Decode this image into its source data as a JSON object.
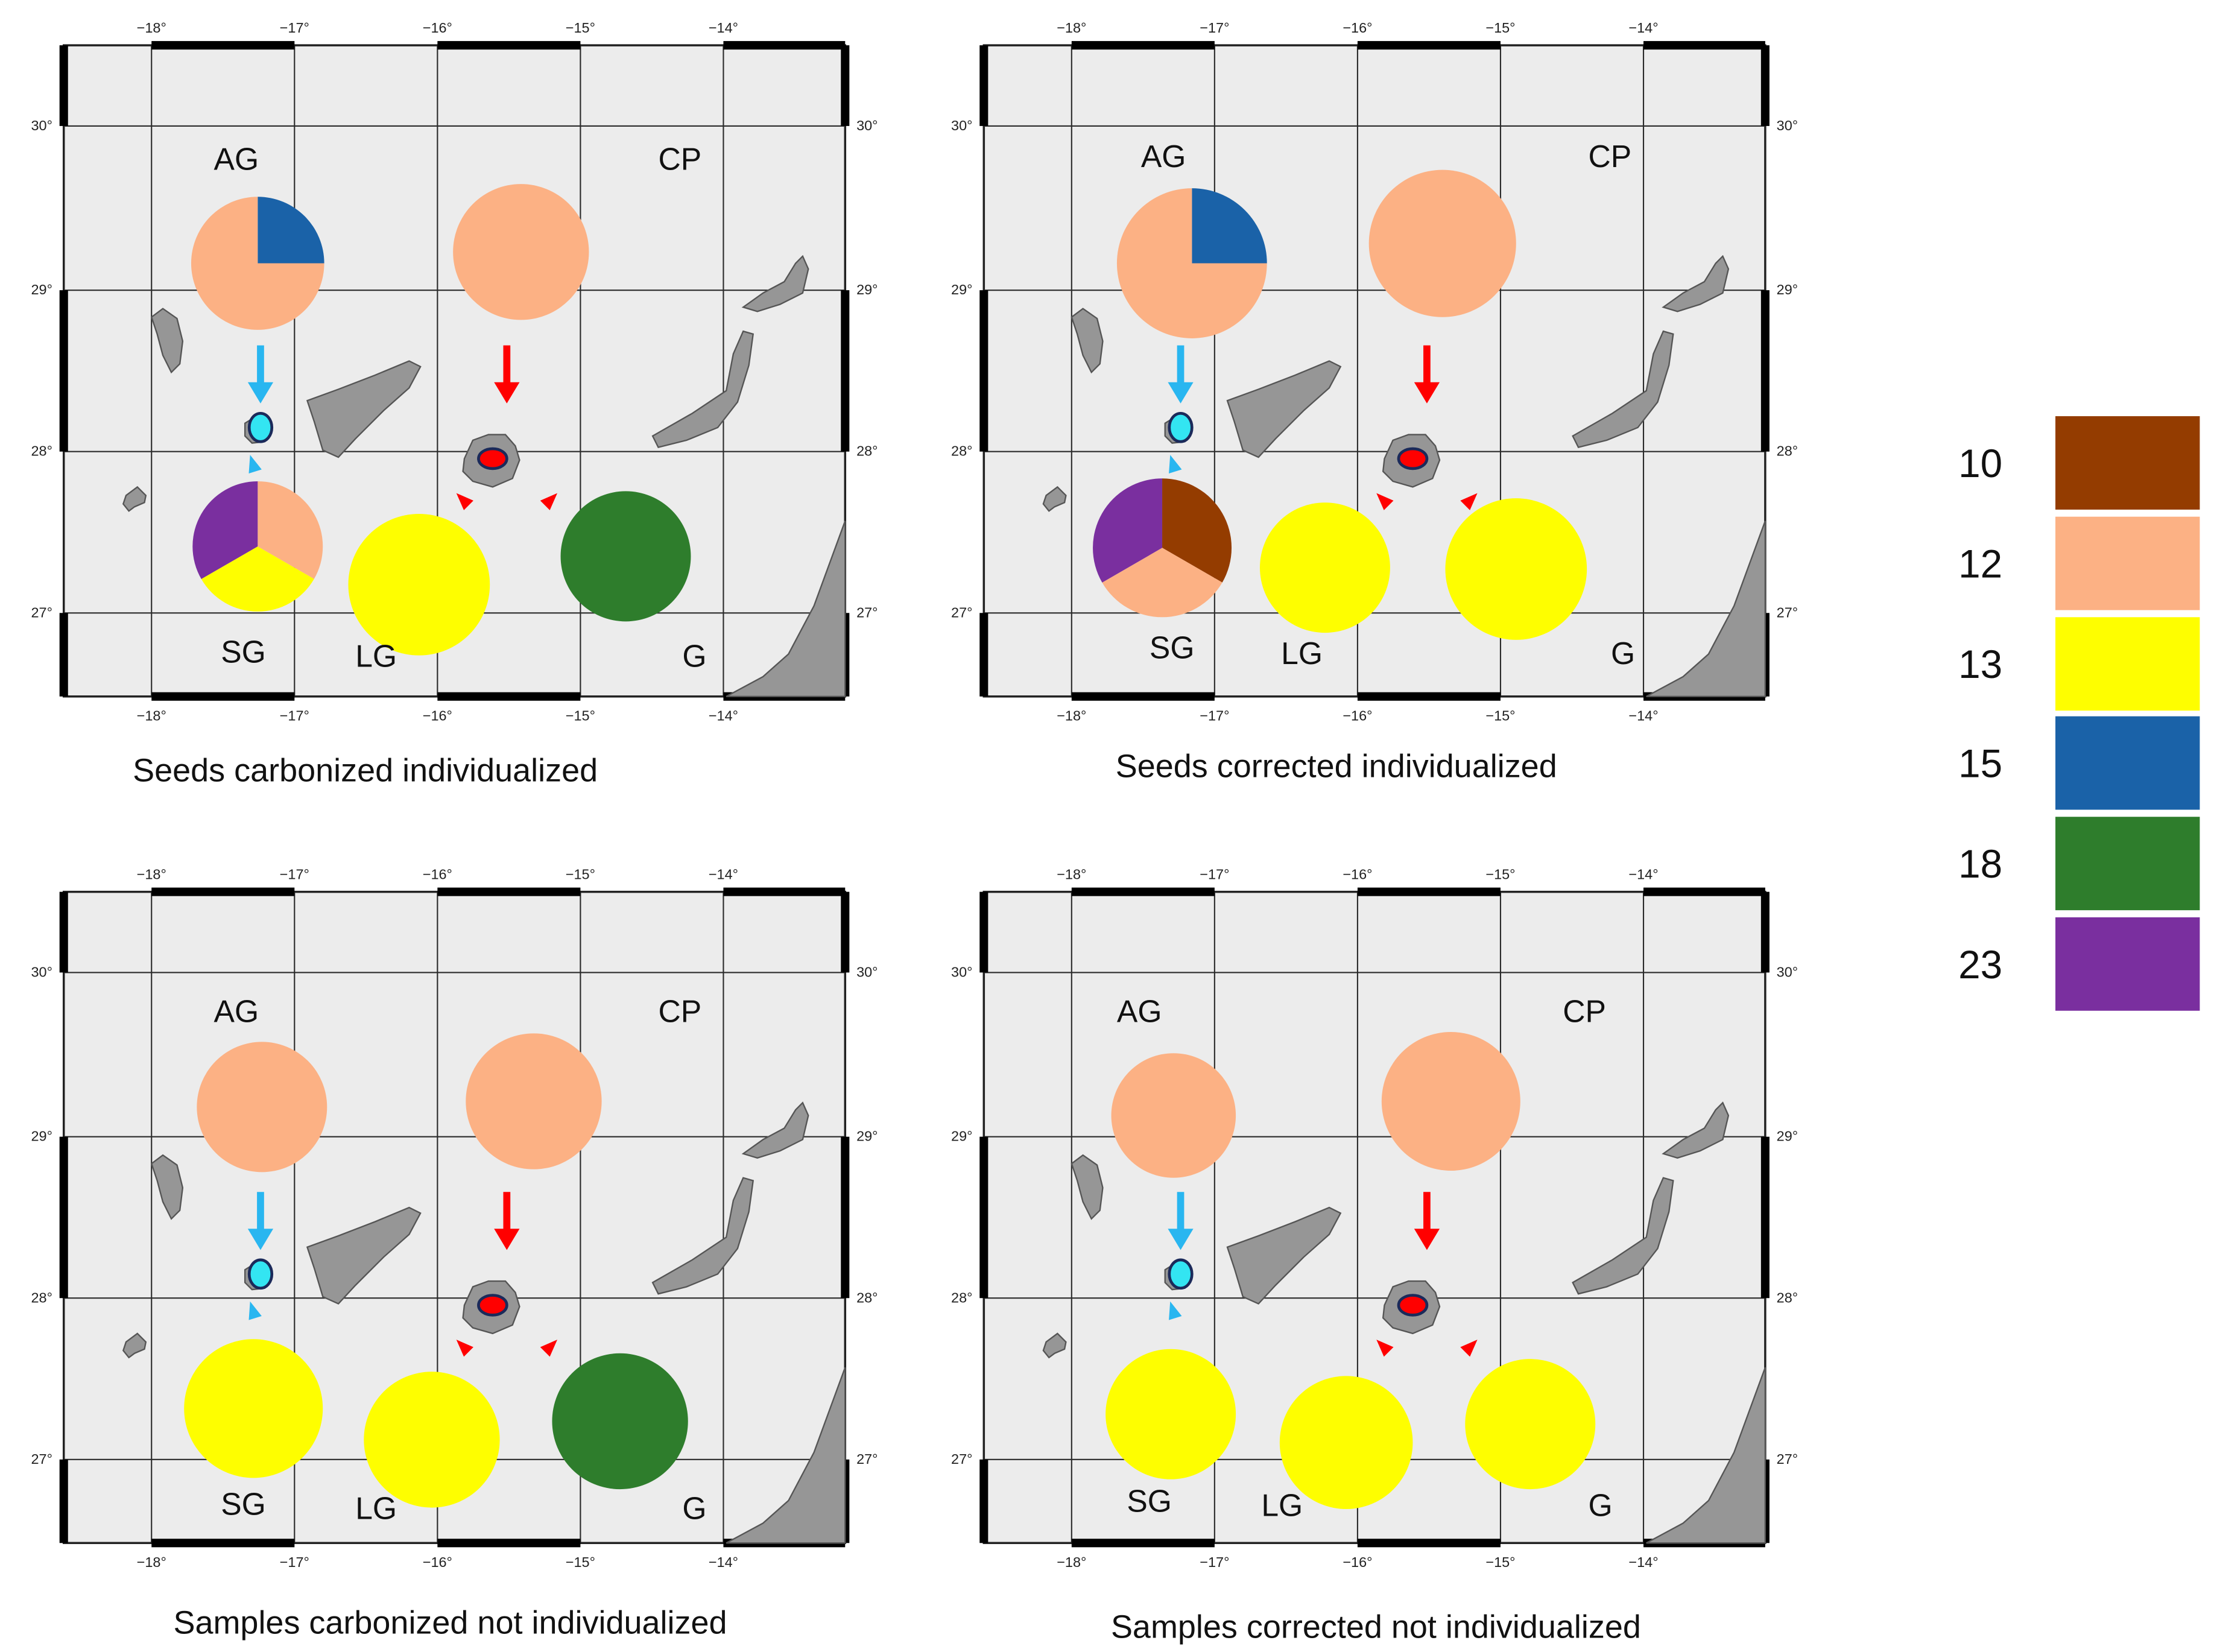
{
  "panels": [
    {
      "title": "Seeds carbonized individualized",
      "labels": {
        "ag": "AG",
        "cp": "CP",
        "sg": "SG",
        "lg": "LG",
        "g": "G"
      },
      "pies": {
        "ag": [
          {
            "color": "#1a62a8",
            "value": 0.25
          },
          {
            "color": "#fcb184",
            "value": 0.75
          }
        ],
        "cp": [
          {
            "color": "#fcb184",
            "value": 1
          }
        ],
        "sg": [
          {
            "color": "#fcb184",
            "value": 0.3333
          },
          {
            "color": "#fefe00",
            "value": 0.3333
          },
          {
            "color": "#7a2f9f",
            "value": 0.3334
          }
        ],
        "lg": [
          {
            "color": "#fefe00",
            "value": 1
          }
        ],
        "g": [
          {
            "color": "#2e7d2c",
            "value": 1
          }
        ]
      }
    },
    {
      "title": "Seeds corrected individualized",
      "labels": {
        "ag": "AG",
        "cp": "CP",
        "sg": "SG",
        "lg": "LG",
        "g": "G"
      },
      "pies": {
        "ag": [
          {
            "color": "#1a62a8",
            "value": 0.25
          },
          {
            "color": "#fcb184",
            "value": 0.75
          }
        ],
        "cp": [
          {
            "color": "#fcb184",
            "value": 1
          }
        ],
        "sg": [
          {
            "color": "#943c00",
            "value": 0.3333
          },
          {
            "color": "#fcb184",
            "value": 0.3333
          },
          {
            "color": "#7a2f9f",
            "value": 0.3334
          }
        ],
        "lg": [
          {
            "color": "#fefe00",
            "value": 1
          }
        ],
        "g": [
          {
            "color": "#fefe00",
            "value": 1
          }
        ]
      }
    },
    {
      "title": "Samples carbonized not individualized",
      "labels": {
        "ag": "AG",
        "cp": "CP",
        "sg": "SG",
        "lg": "LG",
        "g": "G"
      },
      "pies": {
        "ag": [
          {
            "color": "#fcb184",
            "value": 1
          }
        ],
        "cp": [
          {
            "color": "#fcb184",
            "value": 1
          }
        ],
        "sg": [
          {
            "color": "#fefe00",
            "value": 1
          }
        ],
        "lg": [
          {
            "color": "#fefe00",
            "value": 1
          }
        ],
        "g": [
          {
            "color": "#2e7d2c",
            "value": 1
          }
        ]
      }
    },
    {
      "title": "Samples corrected not individualized",
      "labels": {
        "ag": "AG",
        "cp": "CP",
        "sg": "SG",
        "lg": "LG",
        "g": "G"
      },
      "pies": {
        "ag": [
          {
            "color": "#fcb184",
            "value": 1
          }
        ],
        "cp": [
          {
            "color": "#fcb184",
            "value": 1
          }
        ],
        "sg": [
          {
            "color": "#fefe00",
            "value": 1
          }
        ],
        "lg": [
          {
            "color": "#fefe00",
            "value": 1
          }
        ],
        "g": [
          {
            "color": "#fefe00",
            "value": 1
          }
        ]
      }
    }
  ],
  "axes": {
    "lon_ticks": [
      "−18°",
      "−17°",
      "−16°",
      "−15°",
      "−14°"
    ],
    "lat_ticks": [
      "30°",
      "29°",
      "28°",
      "27°"
    ]
  },
  "legend": [
    {
      "label": "10",
      "color": "#943c00"
    },
    {
      "label": "12",
      "color": "#fcb184"
    },
    {
      "label": "13",
      "color": "#fefe00"
    },
    {
      "label": "15",
      "color": "#1a62a8"
    },
    {
      "label": "18",
      "color": "#2e7d2c"
    },
    {
      "label": "23",
      "color": "#7a2f9f"
    }
  ],
  "colors": {
    "map_background": "#ececec",
    "land": "#969696",
    "arrow_west": "#29b6f0",
    "arrow_east": "#ff0000",
    "marker_west": "#33e5f2",
    "marker_east": "#ff0000"
  }
}
